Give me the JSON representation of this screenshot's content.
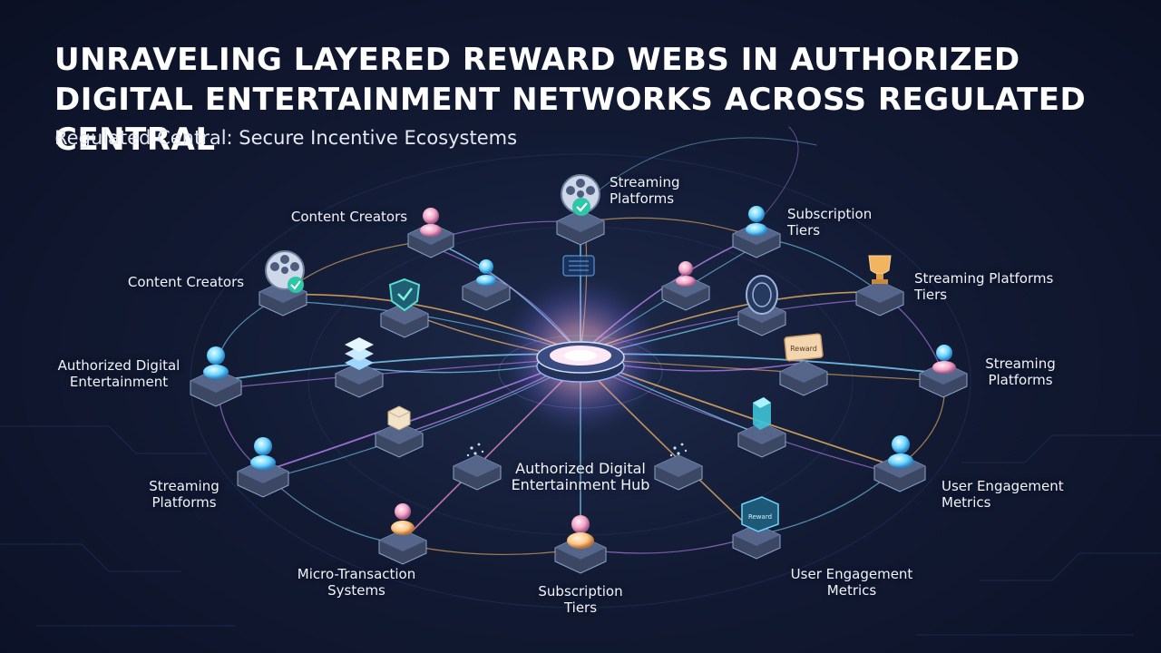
{
  "header": {
    "title": "UNRAVELING LAYERED REWARD WEBS IN AUTHORIZED DIGITAL ENTERTAINMENT NETWORKS ACROSS REGULATED CENTRAL",
    "subtitle": "Regulated Central: Secure Incentive Ecosystems"
  },
  "hub": {
    "label": "Authorized Digital\nEntertainment Hub"
  },
  "node_labels": {
    "content_creators_top": "Content Creators",
    "streaming_platforms_top": "Streaming\nPlatforms",
    "subscription_tiers_top": "Subscription\nTiers",
    "content_creators_left": "Content Creators",
    "streaming_platforms_tiers": "Streaming Platforms\nTiers",
    "authorized_digital_left": "Authorized Digital\nEntertainment",
    "streaming_platforms_right": "Streaming\nPlatforms",
    "streaming_platforms_left": "Streaming\nPlatforms",
    "user_engagement_right": "User Engagement\nMetrics",
    "micro_transaction": "Micro-Transaction\nSystems",
    "subscription_tiers_bottom": "Subscription\nTiers",
    "user_engagement_bottom": "User Engagement\nMetrics"
  },
  "node_badges": {
    "reward_sign": "Reward",
    "reward_box": "Reward"
  },
  "colors": {
    "background": "#121a33",
    "link_cyan": "#7fd8ff",
    "link_violet": "#c58bff",
    "link_amber": "#ffbf66",
    "hub_glow": "#ffd9f0",
    "node_base": "#3b4763"
  }
}
